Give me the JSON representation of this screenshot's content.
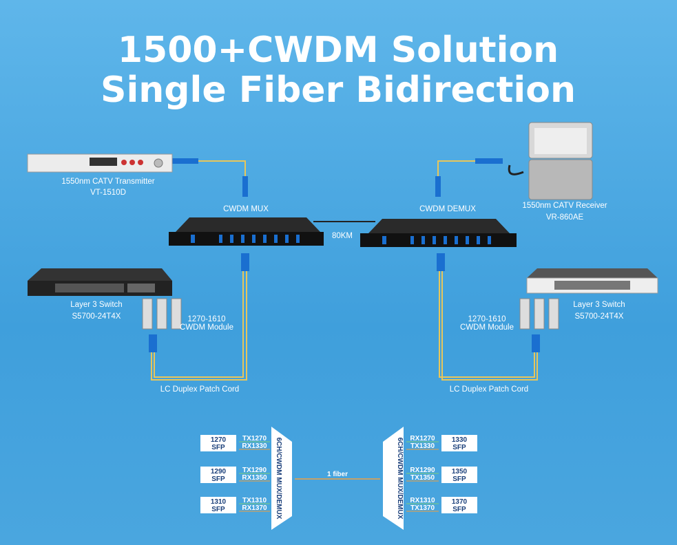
{
  "title": {
    "line1": "1500+CWDM Solution",
    "line2": "Single Fiber Bidirection"
  },
  "devices": {
    "transmitter": {
      "name": "1550nm CATV Transmitter",
      "model": "VT-1510D"
    },
    "receiver": {
      "name": "1550nm CATV Receiver",
      "model": "VR-860AE"
    },
    "mux": "CWDM MUX",
    "demux": "CWDM DEMUX",
    "distance": "80KM",
    "switch_left": {
      "name": "Layer 3 Switch",
      "model": "S5700-24T4X"
    },
    "switch_right": {
      "name": "Layer 3 Switch",
      "model": "S5700-24T4X"
    },
    "module_left": {
      "range": "1270-1610",
      "name": "CWDM Module"
    },
    "module_right": {
      "range": "1270-1610",
      "name": "CWDM Module"
    },
    "patch_left": "LC Duplex Patch Cord",
    "patch_right": "LC Duplex Patch Cord"
  },
  "schematic": {
    "left_mux": "6CH/CWDM MUX/DEMUX",
    "right_mux": "6CH/CWDM MUX/DEMUX",
    "fiber": "1 fiber",
    "left": [
      {
        "wl": "1270",
        "type": "SFP",
        "tx": "TX1270",
        "rx": "RX1330"
      },
      {
        "wl": "1290",
        "type": "SFP",
        "tx": "TX1290",
        "rx": "RX1350"
      },
      {
        "wl": "1310",
        "type": "SFP",
        "tx": "TX1310",
        "rx": "RX1370"
      }
    ],
    "right": [
      {
        "wl": "1330",
        "type": "SFP",
        "rx": "RX1270",
        "tx": "TX1330"
      },
      {
        "wl": "1350",
        "type": "SFP",
        "rx": "RX1290",
        "tx": "TX1350"
      },
      {
        "wl": "1370",
        "type": "SFP",
        "rx": "RX1310",
        "tx": "TX1370"
      }
    ]
  },
  "colors": {
    "fiber": "#e8c65a",
    "arrow_orange": "#f0a040",
    "arrow_green": "#7ed07a"
  }
}
